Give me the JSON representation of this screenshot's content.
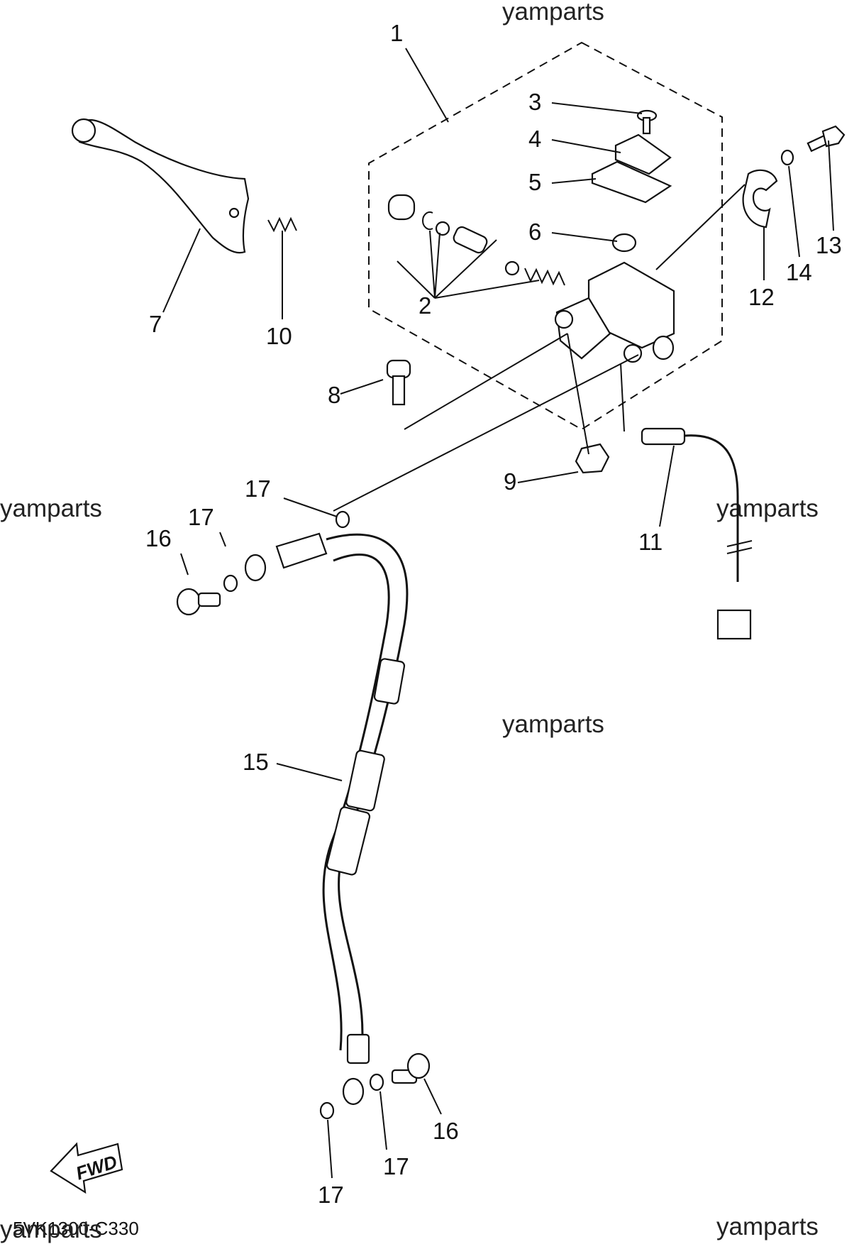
{
  "watermark": {
    "top": "yamparts",
    "left": "yamparts",
    "right": "yamparts",
    "center": "yamparts",
    "bottom_left": "yamparts",
    "bottom_right": "yamparts"
  },
  "diagram_code": "5VK1300-C330",
  "fwd_label": "FWD",
  "callouts": {
    "c1": "1",
    "c2": "2",
    "c3": "3",
    "c4": "4",
    "c5": "5",
    "c6": "6",
    "c7": "7",
    "c8": "8",
    "c9": "9",
    "c10": "10",
    "c11": "11",
    "c12": "12",
    "c13": "13",
    "c14": "14",
    "c15": "15",
    "c16a": "16",
    "c16b": "16",
    "c17a": "17",
    "c17b": "17",
    "c17c": "17",
    "c17d": "17"
  }
}
